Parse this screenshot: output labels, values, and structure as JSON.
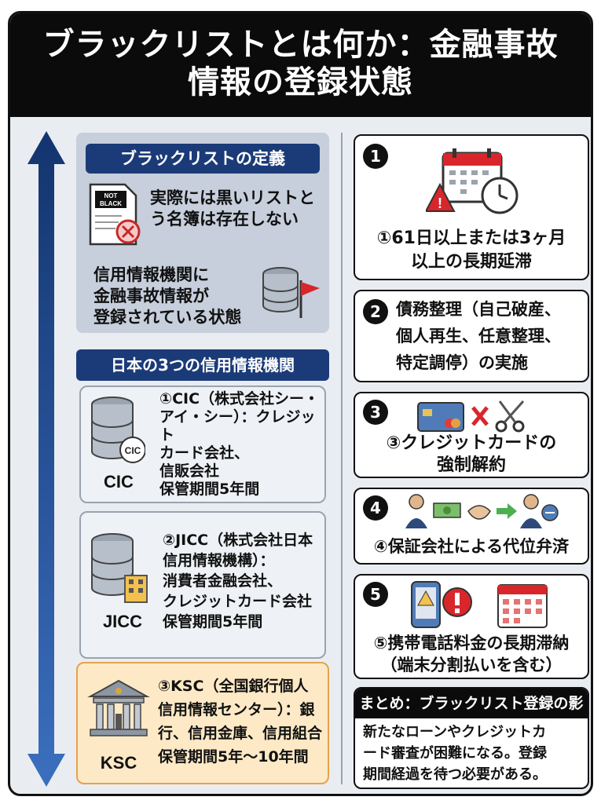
{
  "header": {
    "title_line1": "ブラックリストとは何か：金融事故",
    "title_line2": "情報の登録状態"
  },
  "definition": {
    "label": "ブラックリストの定義",
    "doc_stamp_line1": "NOT",
    "doc_stamp_line2": "BLACK",
    "point1_line1": "実際には黒いリストと",
    "point1_line2": "う名簿は存在しない",
    "point2_line1": "信用情報機関に",
    "point2_line2": "金融事故情報が",
    "point2_line3": "登録されている状態"
  },
  "organizations": {
    "label": "日本の3つの信用情報機関",
    "items": [
      {
        "icon_label": "CIC",
        "badge": "CIC",
        "line1": "①CIC（株式会社シー・",
        "line2": "アイ・シー）：クレジッ",
        "line3": "ト",
        "line4": "カード会社、",
        "line5": "信販会社",
        "line6": "保管期間5年間"
      },
      {
        "icon_label": "JICC",
        "line1": "②JICC（株式会社日本",
        "line2": "信用情報機構）：",
        "line3": "消費者金融会社、",
        "line4": "クレジットカード会社",
        "line5": "保管期間5年間"
      },
      {
        "icon_label": "KSC",
        "line1": "③KSC（全国銀行個人",
        "line2": "信用情報センター）：銀",
        "line3": "行、信用金庫、信用組合",
        "line4": "保管期間5年～10年間"
      }
    ]
  },
  "causes": [
    {
      "num": "1",
      "line1": "①61日以上または3ヶ月",
      "line2": "以上の長期延滞"
    },
    {
      "num": "2",
      "line1": "債務整理（自己破産、",
      "line2": "個人再生、任意整理、",
      "line3": "特定調停）の実施"
    },
    {
      "num": "3",
      "line1": "③クレジットカードの",
      "line2": "強制解約"
    },
    {
      "num": "4",
      "line1": "④保証会社による代位弁済"
    },
    {
      "num": "5",
      "line1": "⑤携帯電話料金の長期滞納",
      "line2": "（端末分割払いを含む）"
    }
  ],
  "summary": {
    "title": "まとめ：ブラックリスト登録の影響",
    "line1": "新たなローンやクレジットカ",
    "line2": "ード審査が困難になる。登録",
    "line3": "期間経過を待つ必要がある。"
  },
  "colors": {
    "navy": "#1b3b78",
    "alert_red": "#d9262b",
    "ksc_bg": "#fde9c6",
    "ksc_border": "#e7a14a"
  }
}
